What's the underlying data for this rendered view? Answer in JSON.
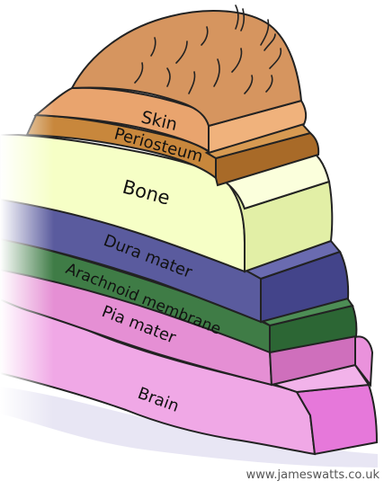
{
  "layers": [
    {
      "name": "skin",
      "label": "Skin",
      "color": "#e9a46e",
      "side_color": "#c9824f"
    },
    {
      "name": "periosteum",
      "label": "Periosteum",
      "color": "#c8873c",
      "side_color": "#a86a28"
    },
    {
      "name": "bone",
      "label": "Bone",
      "color": "#f6ffc6",
      "side_color": "#e2efa6"
    },
    {
      "name": "dura-mater",
      "label": "Dura mater",
      "color": "#5a5b9e",
      "side_color": "#43448a"
    },
    {
      "name": "arachnoid-membrane",
      "label": "Arachnoid membrane",
      "color": "#3f7c46",
      "side_color": "#2c6634"
    },
    {
      "name": "pia-mater",
      "label": "Pia mater",
      "color": "#e58fd4",
      "side_color": "#cf6fbc"
    },
    {
      "name": "brain",
      "label": "Brain",
      "color": "#f0a8e6",
      "side_color": "#e678da"
    }
  ],
  "credit": "www.jameswatts.co.uk"
}
